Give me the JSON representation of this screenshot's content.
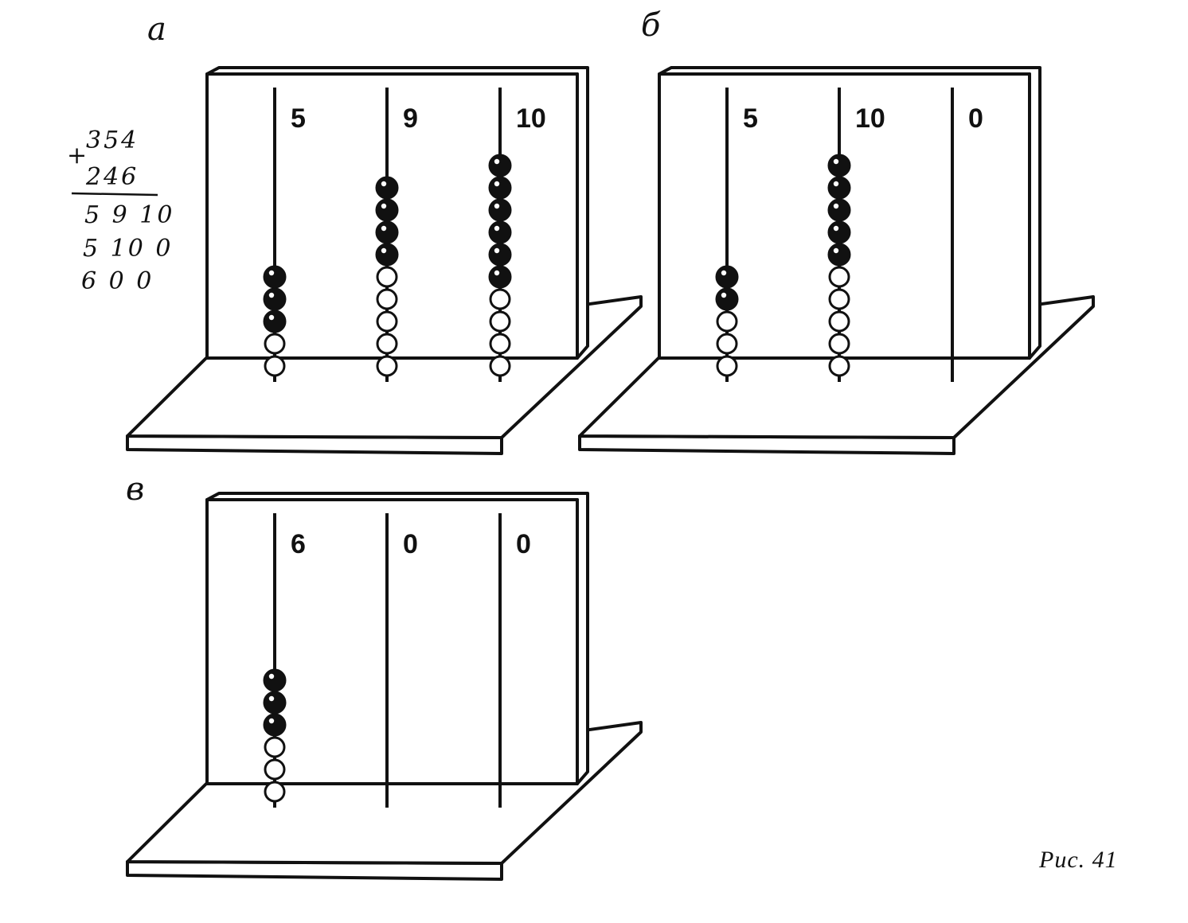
{
  "figure": {
    "caption": "Рис. 41",
    "calculation": {
      "plus_sign": "+",
      "addend_1": "354",
      "addend_2": "246",
      "step_1": "5 9 10",
      "step_2": "5 10 0",
      "result": "6 0 0"
    },
    "panels": [
      {
        "letter": "а",
        "rods": [
          {
            "label": "5",
            "black": 3,
            "white": 2
          },
          {
            "label": "9",
            "black": 4,
            "white": 5
          },
          {
            "label": "10",
            "black": 6,
            "white": 4
          }
        ]
      },
      {
        "letter": "б",
        "rods": [
          {
            "label": "5",
            "black": 2,
            "white": 3
          },
          {
            "label": "10",
            "black": 5,
            "white": 5
          },
          {
            "label": "0",
            "black": 0,
            "white": 0
          }
        ]
      },
      {
        "letter": "в",
        "rods": [
          {
            "label": "6",
            "black": 3,
            "white": 3
          },
          {
            "label": "0",
            "black": 0,
            "white": 0
          },
          {
            "label": "0",
            "black": 0,
            "white": 0
          }
        ]
      }
    ]
  }
}
